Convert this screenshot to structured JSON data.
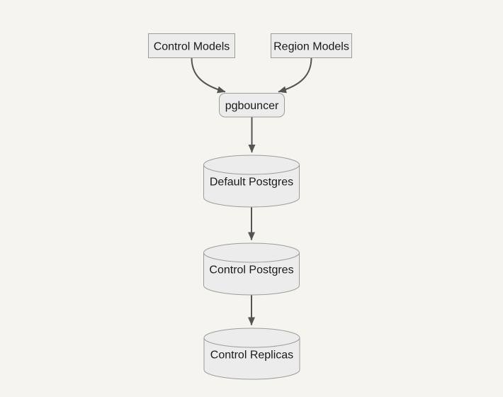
{
  "diagram": {
    "type": "flowchart",
    "direction": "top-down",
    "theme": {
      "background": "#f6f4ef",
      "node_fill": "#ececec",
      "node_stroke": "#9c9c9c",
      "edge_color": "#545454",
      "text_color": "#191919"
    },
    "nodes": [
      {
        "id": "control-models",
        "label": "Control Models",
        "shape": "rectangle"
      },
      {
        "id": "region-models",
        "label": "Region Models",
        "shape": "rectangle"
      },
      {
        "id": "pgbouncer",
        "label": "pgbouncer",
        "shape": "rounded-rectangle"
      },
      {
        "id": "default-postgres",
        "label": "Default Postgres",
        "shape": "cylinder"
      },
      {
        "id": "control-postgres",
        "label": "Control Postgres",
        "shape": "cylinder"
      },
      {
        "id": "control-replicas",
        "label": "Control Replicas",
        "shape": "cylinder"
      }
    ],
    "edges": [
      {
        "from": "control-models",
        "to": "pgbouncer"
      },
      {
        "from": "region-models",
        "to": "pgbouncer"
      },
      {
        "from": "pgbouncer",
        "to": "default-postgres"
      },
      {
        "from": "default-postgres",
        "to": "control-postgres"
      },
      {
        "from": "control-postgres",
        "to": "control-replicas"
      }
    ]
  }
}
